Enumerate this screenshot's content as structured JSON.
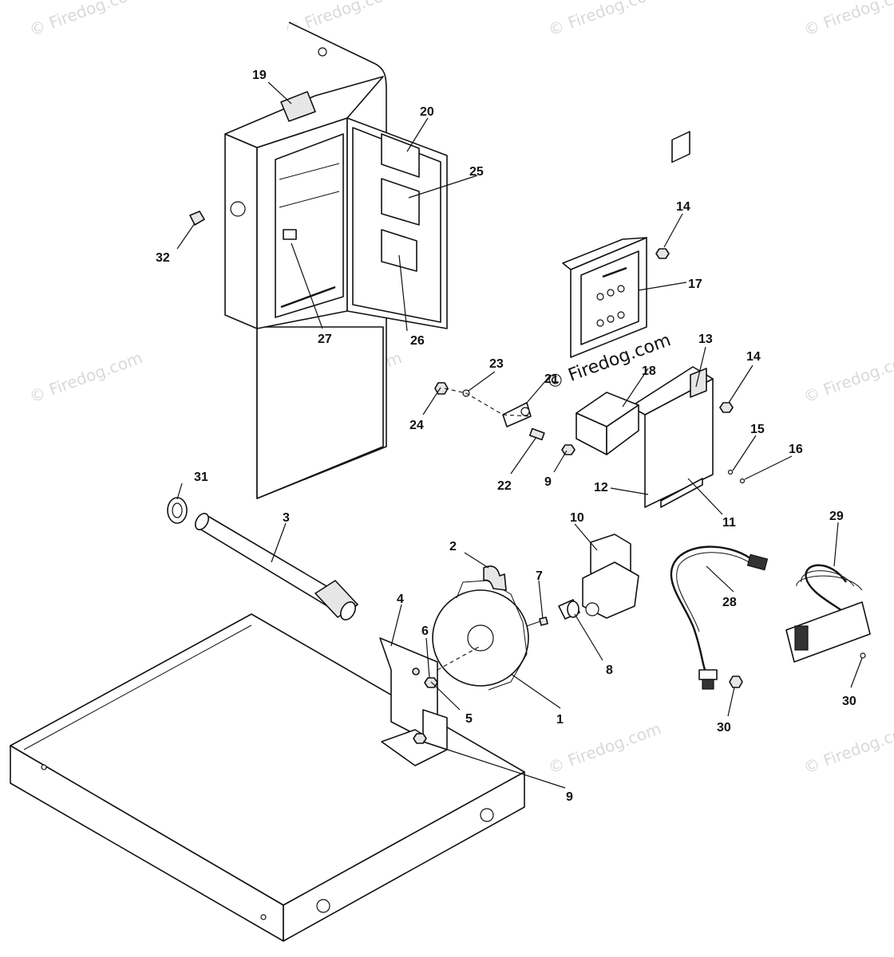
{
  "watermark": {
    "text": "© Firedog.com",
    "prominent_text": "© Firedog.com",
    "color": "#d9d9d9"
  },
  "callouts": {
    "c1": "1",
    "c2": "2",
    "c3": "3",
    "c4": "4",
    "c5": "5",
    "c6": "6",
    "c7": "7",
    "c8": "8",
    "c9a": "9",
    "c9b": "9",
    "c10": "10",
    "c11": "11",
    "c12": "12",
    "c13": "13",
    "c14a": "14",
    "c14b": "14",
    "c15": "15",
    "c16": "16",
    "c17": "17",
    "c18": "18",
    "c19": "19",
    "c20": "20",
    "c21": "21",
    "c22": "22",
    "c23": "23",
    "c24": "24",
    "c25": "25",
    "c26": "26",
    "c27": "27",
    "c28": "28",
    "c29": "29",
    "c30a": "30",
    "c30b": "30",
    "c31": "31",
    "c32": "32"
  }
}
